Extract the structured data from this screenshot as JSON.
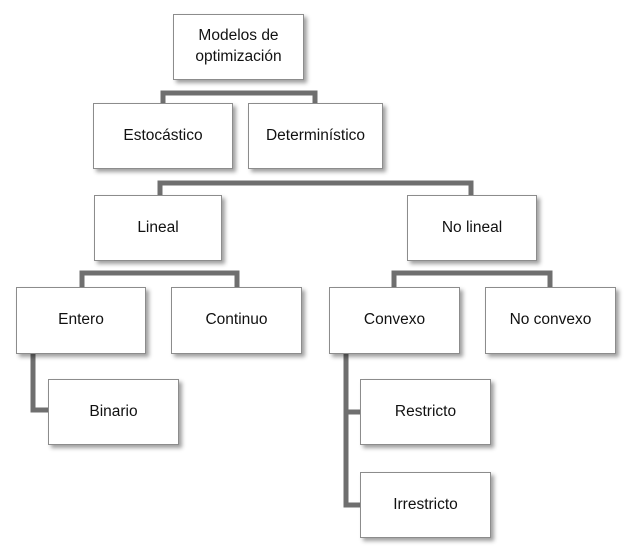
{
  "nodes": {
    "root": "Modelos de optimización",
    "estocastico": "Estocástico",
    "deterministico": "Determinístico",
    "lineal": "Lineal",
    "no_lineal": "No lineal",
    "entero": "Entero",
    "continuo": "Continuo",
    "convexo": "Convexo",
    "no_convexo": "No convexo",
    "binario": "Binario",
    "restricto": "Restricto",
    "irrestricto": "Irrestricto"
  },
  "colors": {
    "connector": "#6f6f6f",
    "box_border": "#8c8c8c",
    "text": "#111111"
  }
}
